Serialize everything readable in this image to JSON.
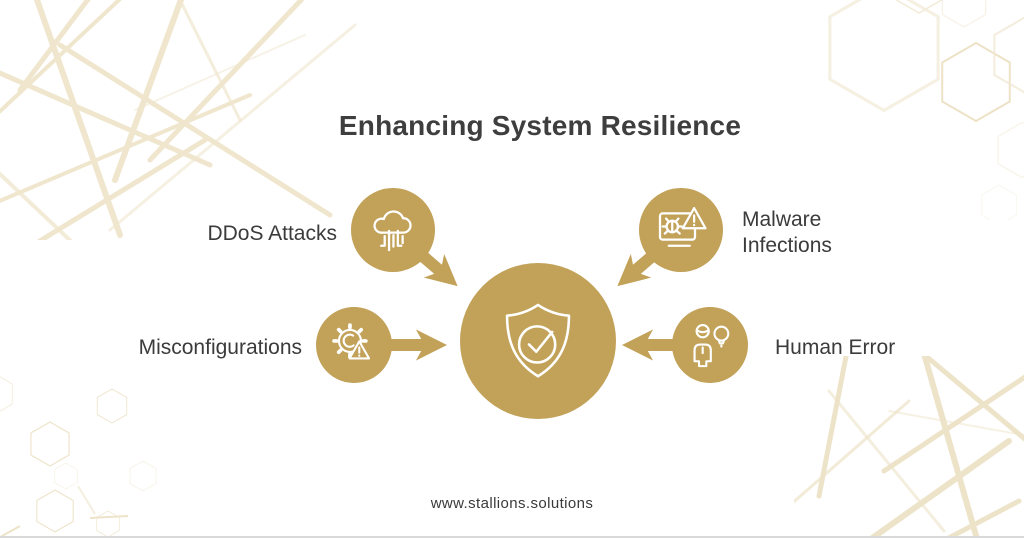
{
  "header": {
    "title": "Enhancing System Resilience"
  },
  "diagram": {
    "center": {
      "name": "system-resilience",
      "icon": "shield-check-icon"
    },
    "nodes": [
      {
        "id": "ddos",
        "label": "DDoS Attacks",
        "icon": "cloud-circuit-icon",
        "position": "top-left"
      },
      {
        "id": "malware",
        "label": "Malware Infections",
        "icon": "monitor-bug-warning-icon",
        "position": "top-right"
      },
      {
        "id": "misconfigurations",
        "label": "Misconfigurations",
        "icon": "gear-warning-icon",
        "position": "bottom-left"
      },
      {
        "id": "human-error",
        "label": "Human Error",
        "icon": "person-idea-icon",
        "position": "bottom-right"
      }
    ]
  },
  "footer": {
    "website": "www.stallions.solutions"
  },
  "colors": {
    "gold": "#C2A158",
    "decor": "#EFE6CD",
    "title_text": "#3E3E3E",
    "label_text": "#3B3B3B",
    "background": "#FFFFFF"
  }
}
